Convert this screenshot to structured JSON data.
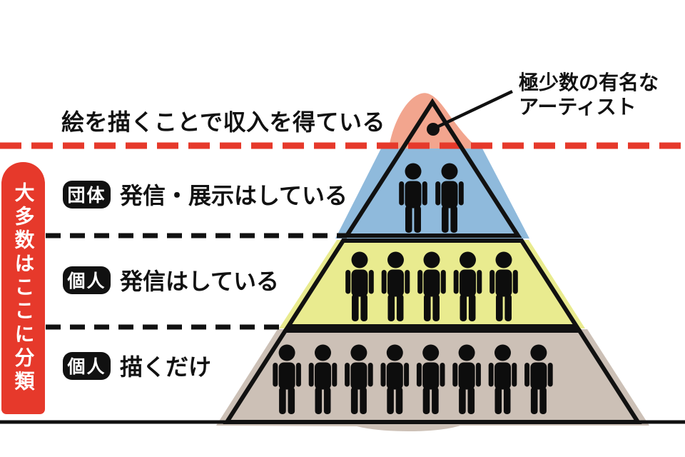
{
  "page": {
    "background": "#ffffff",
    "outline_color": "#111111"
  },
  "title": "絵を描くことで収入を得ている",
  "annotation": {
    "text_line1": "極少数の有名な",
    "text_line2": "アーティスト"
  },
  "income_divider": {
    "color": "#e6392b"
  },
  "banner": {
    "text": "大多数はここに分類",
    "color": "#e6392b",
    "text_color": "#ffffff"
  },
  "person_color": "#0d0d0d",
  "tiers": [
    {
      "name": "famous-artists-apex",
      "badge": "",
      "label": "",
      "color": "#f2a58e",
      "person_count": 0
    },
    {
      "name": "group-exhibiting",
      "badge": "団体",
      "label": "発信・展示はしている",
      "color": "#8fbadc",
      "person_count": 2
    },
    {
      "name": "individual-posting",
      "badge": "個人",
      "label": "発信はしている",
      "color": "#e9eb8f",
      "person_count": 5
    },
    {
      "name": "individual-drawing-only",
      "badge": "個人",
      "label": "描くだけ",
      "color": "#ccc0b6",
      "person_count": 8
    }
  ]
}
